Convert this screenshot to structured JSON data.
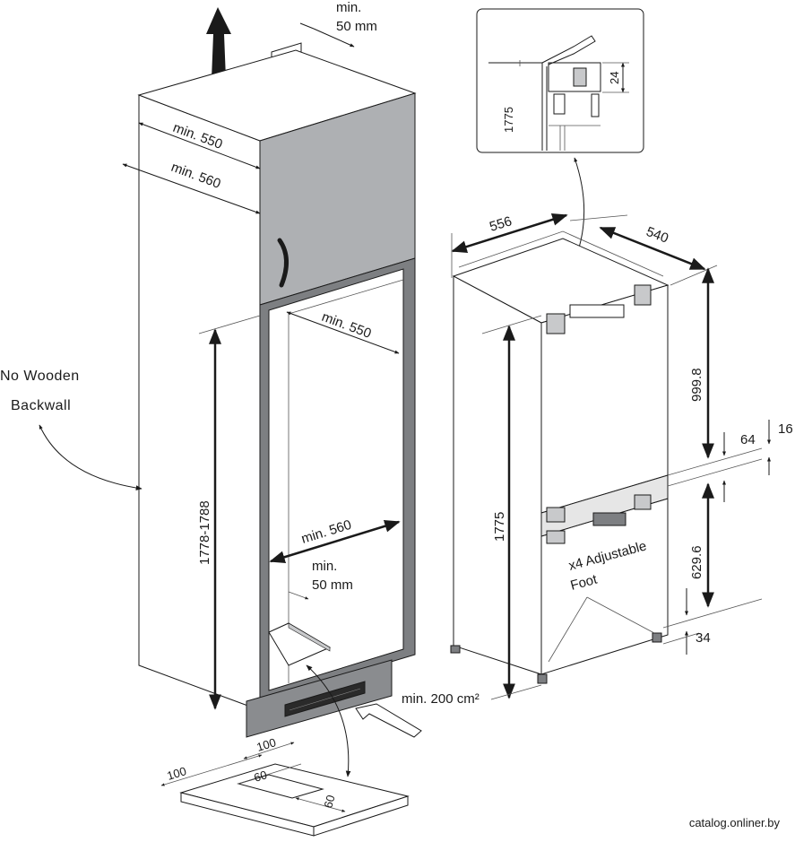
{
  "cabinet": {
    "note_line1": "No Wooden",
    "note_line2": "Backwall",
    "top_gap": "min.",
    "top_gap_unit": "50 mm",
    "depth_top_550": "min. 550",
    "depth_top_560": "min. 560",
    "depth_inner_550": "min. 550",
    "width_inner_560": "min. 560",
    "niche_height": "1778-1788",
    "bottom_gap": "min.",
    "bottom_gap_unit": "50 mm",
    "vent_area": "min. 200 cm²"
  },
  "vent_detail": {
    "dim_100_top": "100",
    "dim_100_left": "100",
    "dim_60_a": "60",
    "dim_60_b": "60"
  },
  "inset_detail": {
    "height": "1775",
    "gap": "24"
  },
  "appliance": {
    "width": "556",
    "depth": "540",
    "height": "1775",
    "upper_section": "999.8",
    "lower_section": "629.6",
    "divider_gap": "64",
    "divider_offset": "16",
    "foot_height": "34",
    "foot_note_line1": "x4 Adjustable",
    "foot_note_line2": "Foot"
  },
  "watermark": "catalog.onliner.by",
  "colors": {
    "door_fill": "#aeb0b3",
    "frame_fill": "#7d7f82",
    "plinth_fill": "#8a8c8f",
    "line": "#1a1a1a"
  }
}
